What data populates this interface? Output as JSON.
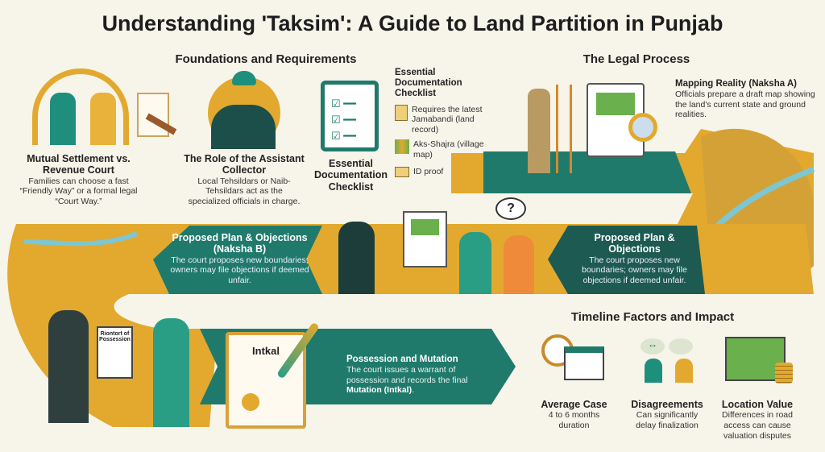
{
  "title": "Understanding 'Taksim': A Guide to Land Partition in Punjab",
  "sections": {
    "foundations": "Foundations and Requirements",
    "legal": "The Legal Process",
    "timeline": "Timeline Factors and Impact"
  },
  "foundations": [
    {
      "title": "Mutual Settlement vs. Revenue Court",
      "text": "Families can choose a fast “Friendly Way” or a formal legal “Court Way.”"
    },
    {
      "title": "The Role of the Assistant Collector",
      "text": "Local Tehsildars or Naib-Tehsildars act as the specialized officials in charge."
    },
    {
      "title": "Essential Documentation Checklist",
      "text": ""
    }
  ],
  "checklist": {
    "title": "Essential Documentation Checklist",
    "items": [
      {
        "icon": "scroll-icon",
        "label": "Requires the latest Jamabandi (land record)"
      },
      {
        "icon": "map-icon",
        "label": "Aks-Shajra (village map)"
      },
      {
        "icon": "id-card-icon",
        "label": "ID proof"
      }
    ]
  },
  "legal": {
    "naksha_a": {
      "title": "Mapping Reality (Naksha A)",
      "text": "Officials prepare a draft map showing the land's current state and ground realities."
    },
    "naksha_b": {
      "title": "Proposed Plan & Objections (Naksha B)",
      "text": "The court proposes new boundaries; owners may file objections if deemed unfair."
    },
    "objections": {
      "title": "Proposed Plan & Objections",
      "text": "The court proposes new boundaries; owners may file objections if deemed unfair."
    },
    "possession": {
      "title": "Possession and Mutation",
      "text_a": "The court issues a warrant of possession and records the final ",
      "text_b": "Mutation (Intkal)",
      "text_c": "."
    },
    "thought_bubble": "?",
    "certificate": "Riontort of Possession",
    "book_label": "Intkal"
  },
  "timeline": [
    {
      "title": "Average Case",
      "text": "4 to 6 months duration"
    },
    {
      "title": "Disagreements",
      "text": "Can significantly delay finalization"
    },
    {
      "title": "Location Value",
      "text": "Differences in road access can cause valuation disputes"
    }
  ],
  "colors": {
    "teal": "#1f7a6c",
    "dark_teal": "#1d5a52",
    "yellow": "#e2a92e",
    "bg": "#f7f4ea"
  }
}
